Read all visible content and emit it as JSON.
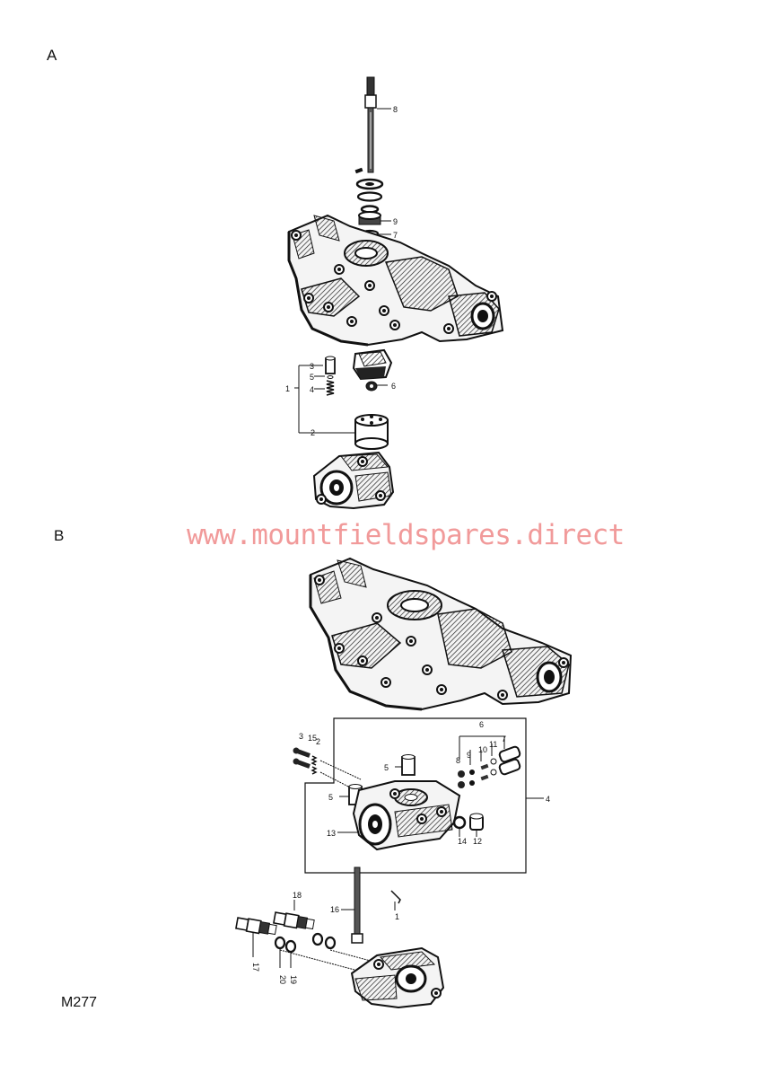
{
  "section_a_label": "A",
  "section_b_label": "B",
  "watermark": "www.mountfieldspares.direct",
  "diagram_code": "M277",
  "callouts_a": [
    "8",
    "9",
    "7",
    "3",
    "5",
    "1",
    "4",
    "6",
    "2"
  ],
  "callouts_b": [
    "3",
    "15",
    "2",
    "6",
    "8",
    "9",
    "10",
    "11",
    "7",
    "5",
    "5",
    "4",
    "13",
    "14",
    "12",
    "18",
    "16",
    "1",
    "17",
    "20",
    "19"
  ],
  "colors": {
    "ink": "#111111",
    "watermark": "#f19a9a",
    "background": "#ffffff"
  }
}
